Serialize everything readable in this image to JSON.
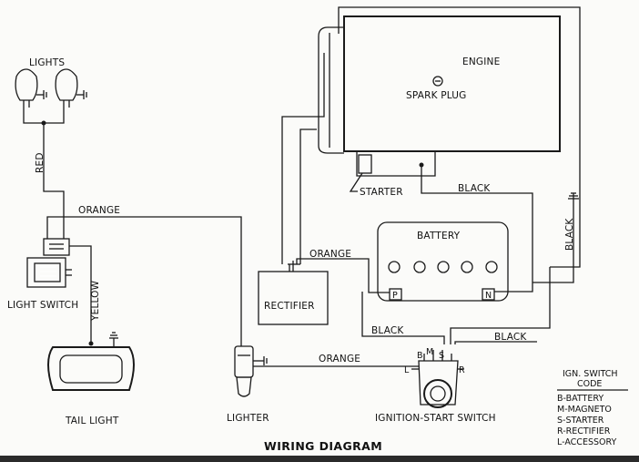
{
  "title": "WIRING DIAGRAM",
  "components": {
    "lights": "LIGHTS",
    "engine": "ENGINE",
    "spark_plug": "SPARK PLUG",
    "starter": "STARTER",
    "battery": "BATTERY",
    "battery_pos": "P",
    "battery_neg": "N",
    "rectifier": "RECTIFIER",
    "light_switch": "LIGHT SWITCH",
    "tail_light": "TAIL LIGHT",
    "lighter": "LIGHTER",
    "ignition_switch": "IGNITION-START SWITCH"
  },
  "wires": {
    "red": "RED",
    "orange_top": "ORANGE",
    "yellow": "YELLOW",
    "orange_rect": "ORANGE",
    "orange_ign": "ORANGE",
    "black_starter": "BLACK",
    "black_ground": "BLACK",
    "black_bat": "BLACK",
    "black_ign": "BLACK"
  },
  "terminals": {
    "b": "B",
    "m": "M",
    "s": "S",
    "l": "L",
    "r": "R"
  },
  "legend": {
    "heading1": "IGN. SWITCH",
    "heading2": "CODE",
    "items": [
      "B-BATTERY",
      "M-MAGNETO",
      "S-STARTER",
      "R-RECTIFIER",
      "L-ACCESSORY"
    ]
  }
}
